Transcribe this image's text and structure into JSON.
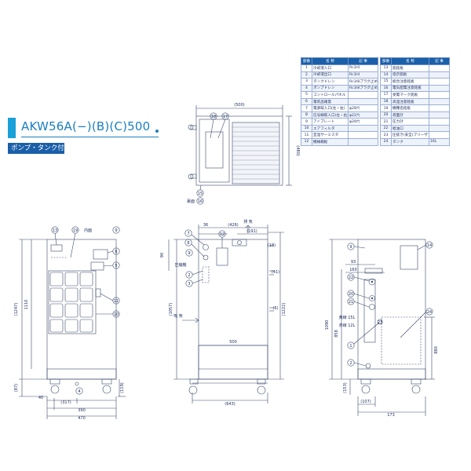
{
  "title": {
    "model": "AKW56A(−)(B)(C)500",
    "badge": "ポンプ・タンク付"
  },
  "table_headers": {
    "no": "部番",
    "name": "名 称",
    "note": "記 事"
  },
  "parts_left": [
    {
      "no": "1",
      "name": "冷却液入口",
      "note": "Rc3/4"
    },
    {
      "no": "2",
      "name": "冷却液出口",
      "note": "Rc3/4"
    },
    {
      "no": "3",
      "name": "タンクドレン",
      "note": "Rc3/8プラグ止め"
    },
    {
      "no": "4",
      "name": "ポンプドレン",
      "note": "Rc3/8プラグ止め"
    },
    {
      "no": "5",
      "name": "コントロールパネル",
      "note": ""
    },
    {
      "no": "6",
      "name": "電装品箱蓋",
      "note": ""
    },
    {
      "no": "7",
      "name": "電源取入口(左・右)",
      "note": "φ28穴"
    },
    {
      "no": "8",
      "name": "信号線取入口(左・右)",
      "note": "φ22穴"
    },
    {
      "no": "9",
      "name": "アイプレート",
      "note": "φ28穴"
    },
    {
      "no": "10",
      "name": "エアフィルタ",
      "note": ""
    },
    {
      "no": "11",
      "name": "室温サーミスタ",
      "note": ""
    },
    {
      "no": "12",
      "name": "機械箱板",
      "note": ""
    }
  ],
  "parts_right": [
    {
      "no": "13",
      "name": "銘銘板",
      "note": ""
    },
    {
      "no": "14",
      "name": "指示銘板",
      "note": ""
    },
    {
      "no": "15",
      "name": "総合注意銘板",
      "note": ""
    },
    {
      "no": "16",
      "name": "電気配電注意銘板",
      "note": ""
    },
    {
      "no": "17",
      "name": "受電マーク銘板",
      "note": ""
    },
    {
      "no": "18",
      "name": "高温注意銘板",
      "note": ""
    },
    {
      "no": "19",
      "name": "機種名銘板",
      "note": ""
    },
    {
      "no": "20",
      "name": "液面計",
      "note": ""
    },
    {
      "no": "21",
      "name": "圧力計",
      "note": ""
    },
    {
      "no": "22",
      "name": "給油口",
      "note": ""
    },
    {
      "no": "23",
      "name": "圧抜き(安全)ブリーザ",
      "note": ""
    },
    {
      "no": "24",
      "name": "タンク",
      "note": "16L"
    }
  ],
  "top_view": {
    "dim_width": "(500)",
    "dim_depth": "(480)",
    "label_rear": "裏面",
    "callouts": [
      "18",
      "17",
      "15",
      "16"
    ]
  },
  "front_view": {
    "label_inside": "内面",
    "callouts": [
      "13",
      "19",
      "9",
      "6",
      "5",
      "11",
      "10",
      "4"
    ],
    "dims": {
      "h1247": "(1247)",
      "h1110": "1110",
      "b87": "(87)",
      "b119": "(119)",
      "w40": "40",
      "w317": "(317)",
      "w390": "390",
      "w470": "470"
    }
  },
  "side_view": {
    "label_exhaust": "排 気",
    "label_intake": "吸 気",
    "label_atten": "圧縮機",
    "callouts": [
      "7",
      "8",
      "12",
      "9",
      "2",
      "3"
    ],
    "dims": {
      "d36": "36",
      "d426": "(426)",
      "d191": "(191)",
      "d18": "(18)",
      "d90": "90",
      "d41": "(41)",
      "d6": "(6)",
      "d1057": "(1057)",
      "d1222": "(1222)",
      "d500": "500",
      "d643": "(643)"
    }
  },
  "rear_view": {
    "callouts": [
      "9",
      "14",
      "22",
      "20",
      "21",
      "1",
      "24",
      "23",
      "2"
    ],
    "labels": {
      "yellow": "黄線 15L",
      "red": "赤線 12L"
    },
    "dims": {
      "d93": "93",
      "d160": "160",
      "d1090": "1090",
      "d858": "858",
      "d880": "880",
      "d153": "(153)",
      "d107": "(107)",
      "d173": "173"
    }
  }
}
